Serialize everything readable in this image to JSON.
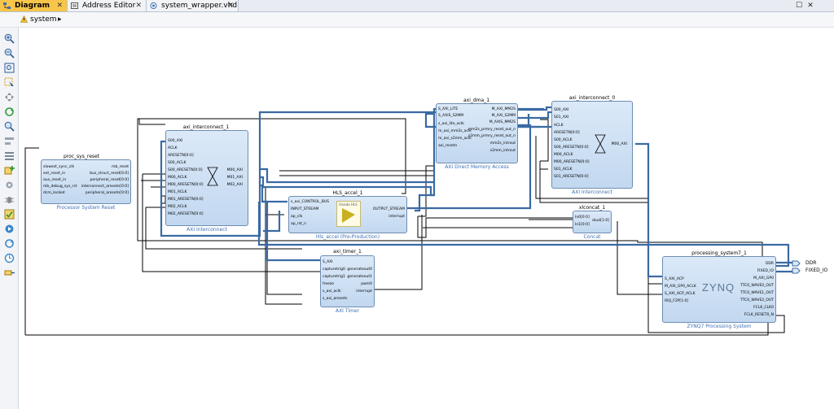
{
  "tabs": [
    {
      "label": "Diagram",
      "close": "✕"
    },
    {
      "label": "Address Editor",
      "close": "✕"
    },
    {
      "label": "system_wrapper.vhd",
      "close": "✕"
    }
  ],
  "window_controls": {
    "restore": "☐",
    "close": "✕"
  },
  "breadcrumb": {
    "label": "system",
    "arrow": "▸"
  },
  "toolbar_icons": [
    "zoom-in-icon",
    "zoom-out-icon",
    "zoom-fit-icon",
    "select-icon",
    "pan-icon",
    "regenerate-layout-icon",
    "search-icon",
    "align-icon",
    "route-icon",
    "add-ip-icon",
    "settings-icon",
    "validate-icon",
    "run-automation-icon",
    "refresh-icon",
    "debug-icon",
    "add-port-icon"
  ],
  "accent": {
    "tab_active": "#f7c54a",
    "block_fill": "#c9dcf2",
    "block_border": "#6e8db3",
    "bus_wire": "#3a6aa3"
  },
  "blocks": {
    "proc_sys_reset": {
      "title": "proc_sys_reset",
      "subtitle": "Processor System Reset",
      "ports_left": [
        "slowest_sync_clk",
        "ext_reset_in",
        "aux_reset_in",
        "mb_debug_sys_rst",
        "dcm_locked"
      ],
      "ports_right": [
        "mb_reset",
        "bus_struct_reset[0:0]",
        "peripheral_reset[0:0]",
        "interconnect_aresetn[0:0]",
        "peripheral_aresetn[0:0]"
      ]
    },
    "axi_interconnect_1": {
      "title": "axi_interconnect_1",
      "subtitle": "AXI Interconnect",
      "ports_left": [
        "S00_AXI",
        "ACLK",
        "ARESETN[0:0]",
        "S00_ACLK",
        "S00_ARESETN[0:0]",
        "M00_ACLK",
        "M00_ARESETN[0:0]",
        "M01_ACLK",
        "M01_ARESETN[0:0]",
        "M02_ACLK",
        "M02_ARESETN[0:0]"
      ],
      "ports_right": [
        "M00_AXI",
        "M01_AXI",
        "M02_AXI"
      ]
    },
    "axi_dma_1": {
      "title": "axi_dma_1",
      "subtitle": "AXI Direct Memory Access",
      "ports_left": [
        "S_AXI_LITE",
        "S_AXIS_S2MM",
        "s_axi_lite_aclk",
        "m_axi_mm2s_aclk",
        "m_axi_s2mm_aclk",
        "axi_resetn"
      ],
      "ports_right": [
        "M_AXI_MM2S",
        "M_AXI_S2MM",
        "M_AXIS_MM2S",
        "mm2s_prmry_reset_out_n",
        "s2mm_prmry_reset_out_n",
        "mm2s_introut",
        "s2mm_introut"
      ]
    },
    "axi_interconnect_0": {
      "title": "axi_interconnect_0",
      "subtitle": "AXI Interconnect",
      "ports_left": [
        "S00_AXI",
        "S01_AXI",
        "ACLK",
        "ARESETN[0:0]",
        "S00_ACLK",
        "S00_ARESETN[0:0]",
        "M00_ACLK",
        "M00_ARESETN[0:0]",
        "S01_ACLK",
        "S01_ARESETN[0:0]"
      ],
      "ports_right": [
        "M00_AXI"
      ]
    },
    "hls_accel_1": {
      "title": "HLS_accel_1",
      "subtitle": "Hls_accel (Pre-Production)",
      "logo_text": "Vivado HLS",
      "ports_left": [
        "s_axi_CONTROL_BUS",
        "INPUT_STREAM",
        "ap_clk",
        "ap_rst_n"
      ],
      "ports_right": [
        "OUTPUT_STREAM",
        "interrupt"
      ]
    },
    "xlconcat_1": {
      "title": "xlconcat_1",
      "subtitle": "Concat",
      "ports_left": [
        "In0[0:0]",
        "In1[0:0]"
      ],
      "ports_right": [
        "dout[1:0]"
      ]
    },
    "axi_timer_1": {
      "title": "axi_timer_1",
      "subtitle": "AXI Timer",
      "ports_left": [
        "S_AXI",
        "capturetrig0",
        "capturetrig1",
        "freeze",
        "s_axi_aclk",
        "s_axi_aresetn"
      ],
      "ports_right": [
        "generateout0",
        "generateout1",
        "pwm0",
        "interrupt"
      ]
    },
    "processing_system7_1": {
      "title": "processing_system7_1",
      "subtitle": "ZYNQ7 Processing System",
      "logo_text": "ZYNQ",
      "ports_left": [
        "S_AXI_ACP",
        "M_AXI_GP0_ACLK",
        "S_AXI_ACP_ACLK",
        "IRQ_F2P[1:0]"
      ],
      "ports_right": [
        "DDR",
        "FIXED_IO",
        "M_AXI_GP0",
        "TTC0_WAVE0_OUT",
        "TTC0_WAVE1_OUT",
        "TTC0_WAVE2_OUT",
        "FCLK_CLK0",
        "FCLK_RESET0_N"
      ]
    }
  },
  "external_ports": [
    "DDR",
    "FIXED_IO"
  ]
}
